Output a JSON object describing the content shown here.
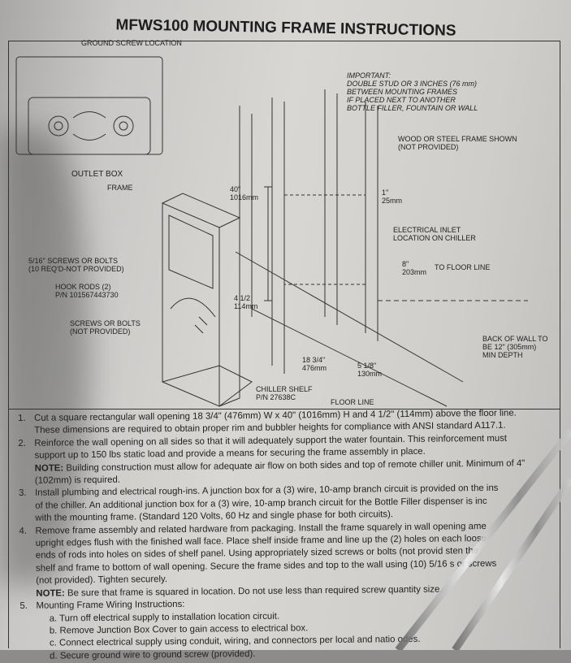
{
  "title": "MFWS100 MOUNTING FRAME INSTRUCTIONS",
  "diagram": {
    "ground_screw": "GROUND SCREW LOCATION",
    "outlet_box": "OUTLET BOX",
    "frame": "FRAME",
    "screws_bolts_516": [
      "5/16\" SCREWS OR BOLTS",
      "(10 REQ'D-NOT PROVIDED)"
    ],
    "hook_rods": [
      "HOOK RODS (2)",
      "P/N 101567443730"
    ],
    "screws_bolts": [
      "SCREWS OR BOLTS",
      "(NOT PROVIDED)"
    ],
    "chiller_shelf": [
      "CHILLER SHELF",
      "P/N 27638C"
    ],
    "floor_line": "FLOOR LINE",
    "important": [
      "IMPORTANT:",
      "DOUBLE STUD OR 3 INCHES (76 mm)",
      "BETWEEN MOUNTING FRAMES",
      "IF PLACED NEXT TO ANOTHER",
      "BOTTLE FILLER, FOUNTAIN OR WALL"
    ],
    "wood_steel": [
      "WOOD OR STEEL FRAME SHOWN",
      "(NOT PROVIDED)"
    ],
    "dim_40": [
      "40\"",
      "1016mm"
    ],
    "dim_1": [
      "1\"",
      "25mm"
    ],
    "electrical_inlet": [
      "ELECTRICAL INLET",
      "LOCATION ON CHILLER"
    ],
    "dim_8": [
      "8\"",
      "203mm"
    ],
    "to_floor_line": "TO FLOOR LINE",
    "dim_4_5": [
      "4 1/2",
      "114mm"
    ],
    "back_of_wall": [
      "BACK OF WALL TO",
      "BE 12\" (305mm)",
      "MIN DEPTH"
    ],
    "dim_18_75": [
      "18 3/4\"",
      "476mm"
    ],
    "dim_5_125": [
      "5 1/8\"",
      "130mm"
    ]
  },
  "steps": [
    {
      "num": "1.",
      "lines": [
        "Cut a square rectangular wall opening 18 3/4\" (476mm) W x 40\" (1016mm) H and 4 1/2\" (114mm) above the floor line.",
        "These dimensions are required to obtain proper rim and bubbler heights for compliance with ANSI standard A117.1."
      ]
    },
    {
      "num": "2.",
      "lines": [
        "Reinforce the wall opening on all sides so that it will adequately support the water fountain. This reinforcement must",
        "support up to 150 lbs static load and provide a means for securing the frame assembly in place."
      ],
      "note_label": "NOTE:",
      "note": " Building construction must allow for adequate air flow on both sides and top of remote chiller unit. Minimum of 4\" (102mm) is required."
    },
    {
      "num": "3.",
      "lines": [
        "Install plumbing and electrical rough-ins. A junction box for a (3) wire, 10-amp branch circuit is provided on the ins",
        "of the chiller. An additional junction box for a (3) wire, 10-amp branch circuit for the Bottle Filler dispenser is inc",
        "with the mounting frame. (Standard 120 Volts, 60 Hz and single phase for both circuits)."
      ]
    },
    {
      "num": "4.",
      "lines": [
        "Remove frame assembly and related hardware from packaging. Install the frame squarely in wall opening    ame",
        "upright edges flush with the finished wall face. Place shelf inside frame and line up the (2) holes on each    loose",
        "ends of rods into holes on sides of shelf panel. Using appropriately sized screws or bolts (not provid    sten the",
        "shelf and frame to bottom of wall opening. Secure the frame sides and top to the wall using (10) 5/16    s or screws",
        "(not provided). Tighten securely."
      ],
      "note_label": "NOTE:",
      "note": " Be sure that frame is squared in location. Do not use less than required screw quantity    size."
    },
    {
      "num": "5.",
      "lines": [
        "Mounting Frame Wiring Instructions:"
      ],
      "sub": [
        "a. Turn off electrical supply to installation location circuit.",
        "b. Remove Junction Box Cover to gain access to electrical box.",
        "c. Connect electrical supply using conduit, wiring, and connectors per local and natio    odes.",
        "d. Secure ground wire to ground screw (provided)."
      ]
    }
  ]
}
